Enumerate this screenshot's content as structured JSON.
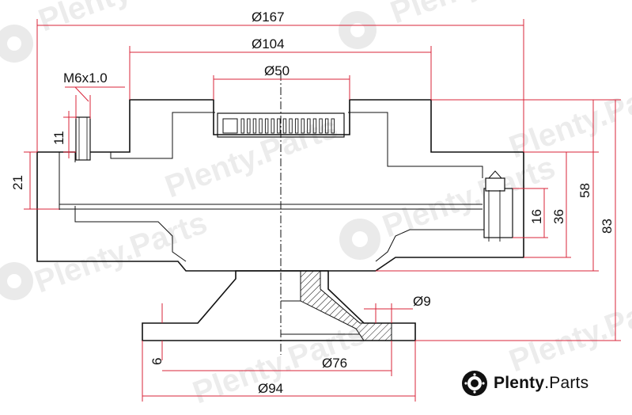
{
  "dimensions": {
    "overall_diameter": "Ø167",
    "flange_diameter": "Ø104",
    "inner_diameter": "Ø50",
    "thread": "M6x1.0",
    "stud_height": "11",
    "left_height": "21",
    "total_height": "83",
    "body_height": "58",
    "right_height": "36",
    "bolt_height": "16",
    "hole_diameter": "Ø9",
    "base_thickness": "6",
    "bolt_circle": "Ø76",
    "base_diameter": "Ø94"
  },
  "brand": {
    "name": "Plenty",
    "suffix": ".Parts",
    "watermark": "Plenty.Parts"
  },
  "colors": {
    "outline": "#111111",
    "dimension_line": "#d8243a",
    "watermark": "#e6e6e6"
  }
}
